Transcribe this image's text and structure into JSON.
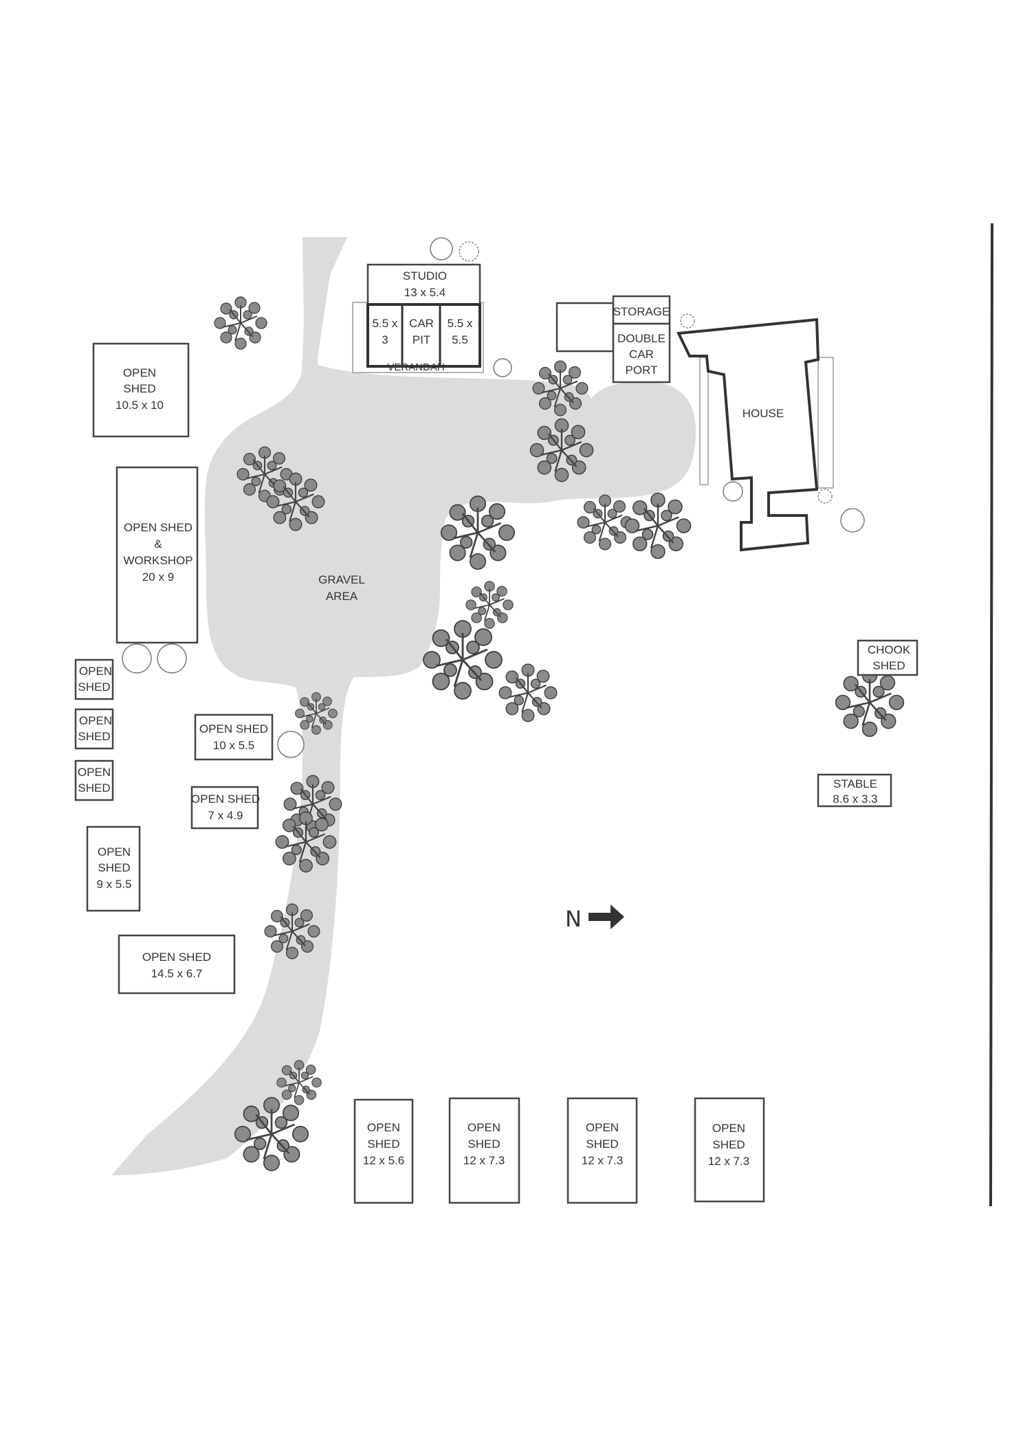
{
  "site_plan": {
    "buildings": {
      "studio": {
        "name": "STUDIO",
        "size": "13 x 5.4"
      },
      "studio_room_left": {
        "line1": "5.5 x",
        "line2": "3"
      },
      "car_pit": {
        "line1": "CAR",
        "line2": "PIT"
      },
      "studio_room_right": {
        "line1": "5.5 x",
        "line2": "5.5"
      },
      "verandah": "VERANDAH",
      "storage": "STORAGE",
      "double_car_port": {
        "line1": "DOUBLE",
        "line2": "CAR",
        "line3": "PORT"
      },
      "house": "HOUSE",
      "open_shed_a": {
        "line1": "OPEN",
        "line2": "SHED",
        "size": "10.5 x 10"
      },
      "open_shed_workshop": {
        "line1": "OPEN SHED",
        "line2": "&",
        "line3": "WORKSHOP",
        "size": "20 x 9"
      },
      "open_shed_small_1": {
        "line1": "OPEN",
        "line2": "SHED"
      },
      "open_shed_small_2": {
        "line1": "OPEN",
        "line2": "SHED"
      },
      "open_shed_small_3": {
        "line1": "OPEN",
        "line2": "SHED"
      },
      "open_shed_b": {
        "name": "OPEN SHED",
        "size": "10 x 5.5"
      },
      "open_shed_c": {
        "name": "OPEN SHED",
        "size": "7 x 4.9"
      },
      "open_shed_d": {
        "line1": "OPEN",
        "line2": "SHED",
        "size": "9 x 5.5"
      },
      "open_shed_e": {
        "name": "OPEN SHED",
        "size": "14.5 x 6.7"
      },
      "open_shed_f": {
        "line1": "OPEN",
        "line2": "SHED",
        "size": "12 x 5.6"
      },
      "open_shed_g": {
        "line1": "OPEN",
        "line2": "SHED",
        "size": "12 x 7.3"
      },
      "open_shed_h": {
        "line1": "OPEN",
        "line2": "SHED",
        "size": "12 x 7.3"
      },
      "open_shed_i": {
        "line1": "OPEN",
        "line2": "SHED",
        "size": "12 x 7.3"
      },
      "chook_shed": {
        "line1": "CHOOK",
        "line2": "SHED"
      },
      "stable": {
        "name": "STABLE",
        "size": "8.6 x 3.3"
      }
    },
    "gravel_area": {
      "line1": "GRAVEL",
      "line2": "AREA"
    },
    "north_arrow": {
      "label": "N",
      "icon": "arrow-right-icon"
    },
    "colors": {
      "gravel": "#dcdcdc",
      "outline": "#444444",
      "tree": "#8a8a8a"
    }
  }
}
